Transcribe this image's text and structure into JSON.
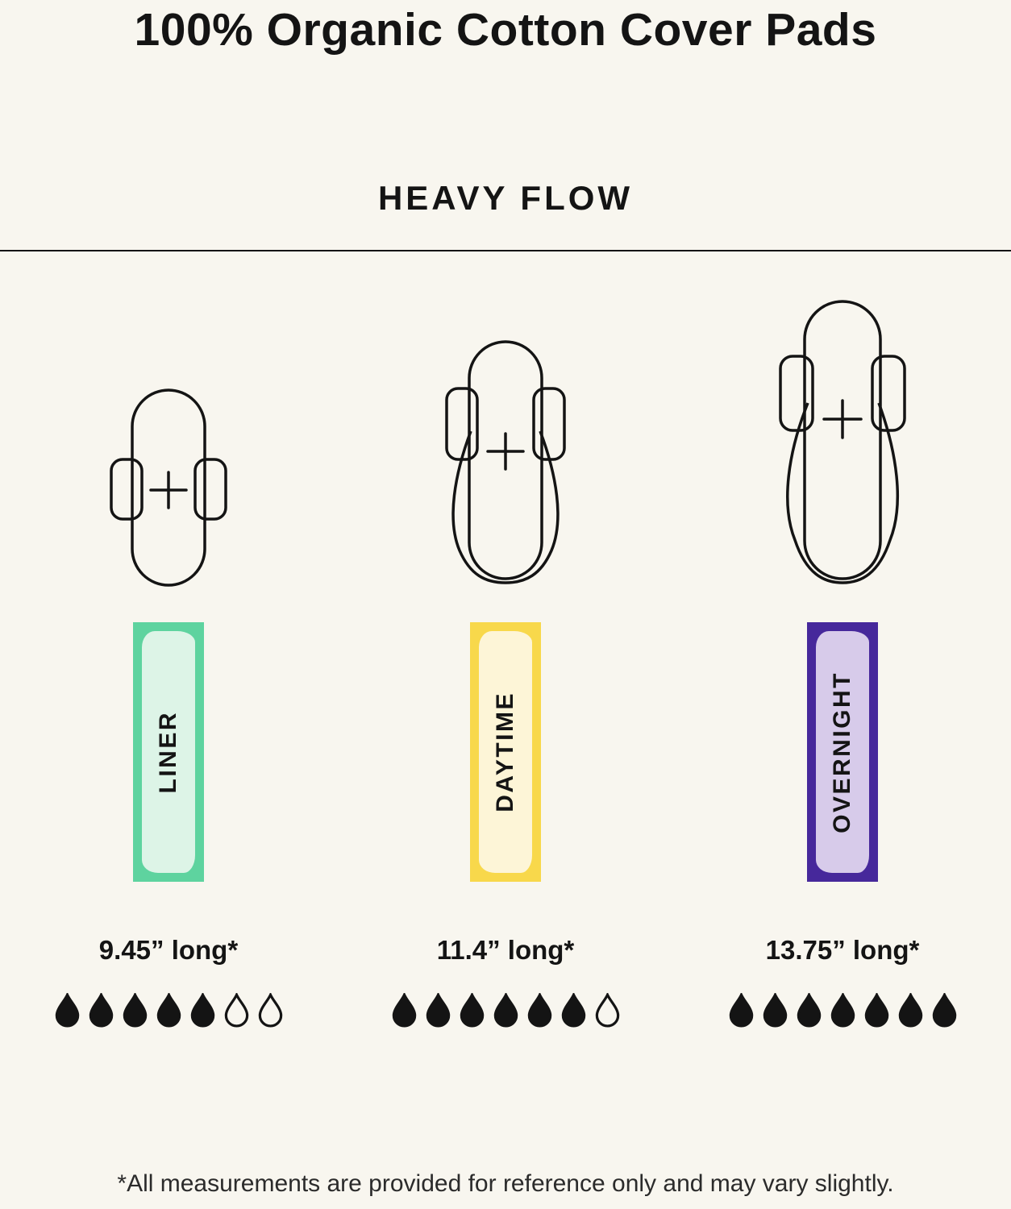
{
  "page": {
    "title": "100% Organic Cotton Cover Pads",
    "section_title": "HEAVY FLOW",
    "footnote": "*All measurements are provided for reference only and may vary slightly.",
    "background_color": "#f8f6ef",
    "line_color": "#141414"
  },
  "columns": [
    {
      "id": "liner",
      "label": "LINER",
      "length": "9.45” long*",
      "drops": {
        "filled": 5,
        "empty": 2,
        "total": 7
      },
      "colors": {
        "border": "#5ed39f",
        "fill": "#ddf4e7"
      }
    },
    {
      "id": "daytime",
      "label": "DAYTIME",
      "length": "11.4” long*",
      "drops": {
        "filled": 6,
        "empty": 1,
        "total": 7
      },
      "colors": {
        "border": "#f8d84b",
        "fill": "#fdf5d7"
      }
    },
    {
      "id": "overnight",
      "label": "OVERNIGHT",
      "length": "13.75” long*",
      "drops": {
        "filled": 7,
        "empty": 0,
        "total": 7
      },
      "colors": {
        "border": "#46289b",
        "fill": "#d7cbea"
      }
    }
  ]
}
